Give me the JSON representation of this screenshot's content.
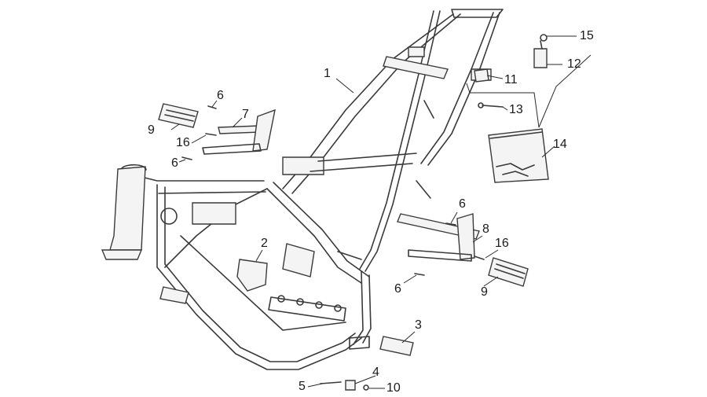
{
  "callouts": {
    "c1": "1",
    "c2": "2",
    "c3": "3",
    "c4": "4",
    "c5": "5",
    "c6a": "6",
    "c6b": "6",
    "c6c": "6",
    "c6d": "6",
    "c7": "7",
    "c8": "8",
    "c9a": "9",
    "c9b": "9",
    "c10": "10",
    "c11": "11",
    "c12": "12",
    "c13": "13",
    "c14": "14",
    "c15": "15",
    "c16a": "16",
    "c16b": "16"
  }
}
